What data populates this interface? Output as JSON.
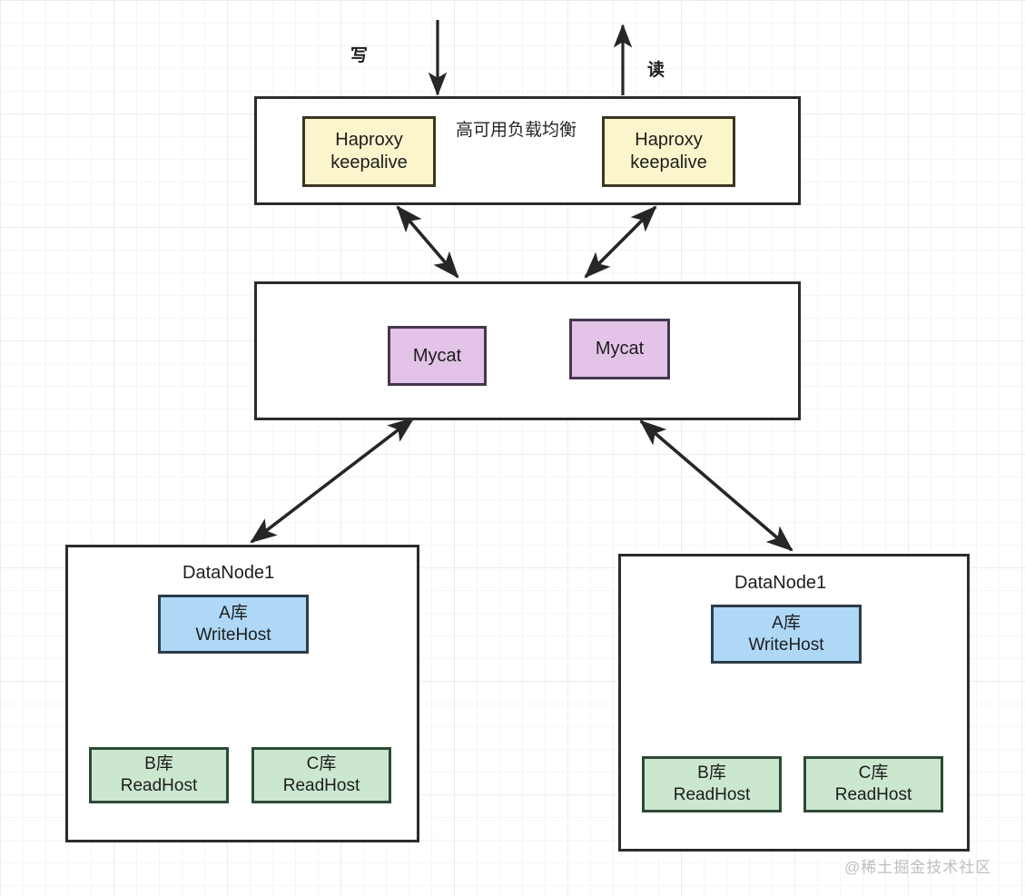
{
  "diagram": {
    "title": "Mycat HA read-write splitting architecture",
    "colors": {
      "grid_line": "#ececec",
      "container_border": "#2b2b2b",
      "haproxy_fill": "#faf5ca",
      "haproxy_border": "#3b3622",
      "mycat_fill": "#e3c3e8",
      "mycat_border": "#46374d",
      "writehost_fill": "#aed8f6",
      "writehost_border": "#2c3c48",
      "readhost_fill": "#cbe7cf",
      "readhost_border": "#2c4a35",
      "arrow": "#262626",
      "watermark": "#bfbfbf"
    },
    "flow_labels": {
      "write": "写",
      "read": "读"
    },
    "proxy_layer": {
      "edge_label": "高可用负载均衡",
      "nodes": [
        {
          "line1": "Haproxy",
          "line2": "keepalive"
        },
        {
          "line1": "Haproxy",
          "line2": "keepalive"
        }
      ]
    },
    "mycat_layer": {
      "nodes": [
        {
          "label": "Mycat"
        },
        {
          "label": "Mycat"
        }
      ]
    },
    "data_nodes": [
      {
        "title": "DataNode1",
        "write_host": {
          "line1": "A库",
          "line2": "WriteHost"
        },
        "read_hosts": [
          {
            "line1": "B库",
            "line2": "ReadHost"
          },
          {
            "line1": "C库",
            "line2": "ReadHost"
          }
        ]
      },
      {
        "title": "DataNode1",
        "write_host": {
          "line1": "A库",
          "line2": "WriteHost"
        },
        "read_hosts": [
          {
            "line1": "B库",
            "line2": "ReadHost"
          },
          {
            "line1": "C库",
            "line2": "ReadHost"
          }
        ]
      }
    ],
    "watermark": "@稀土掘金技术社区"
  }
}
